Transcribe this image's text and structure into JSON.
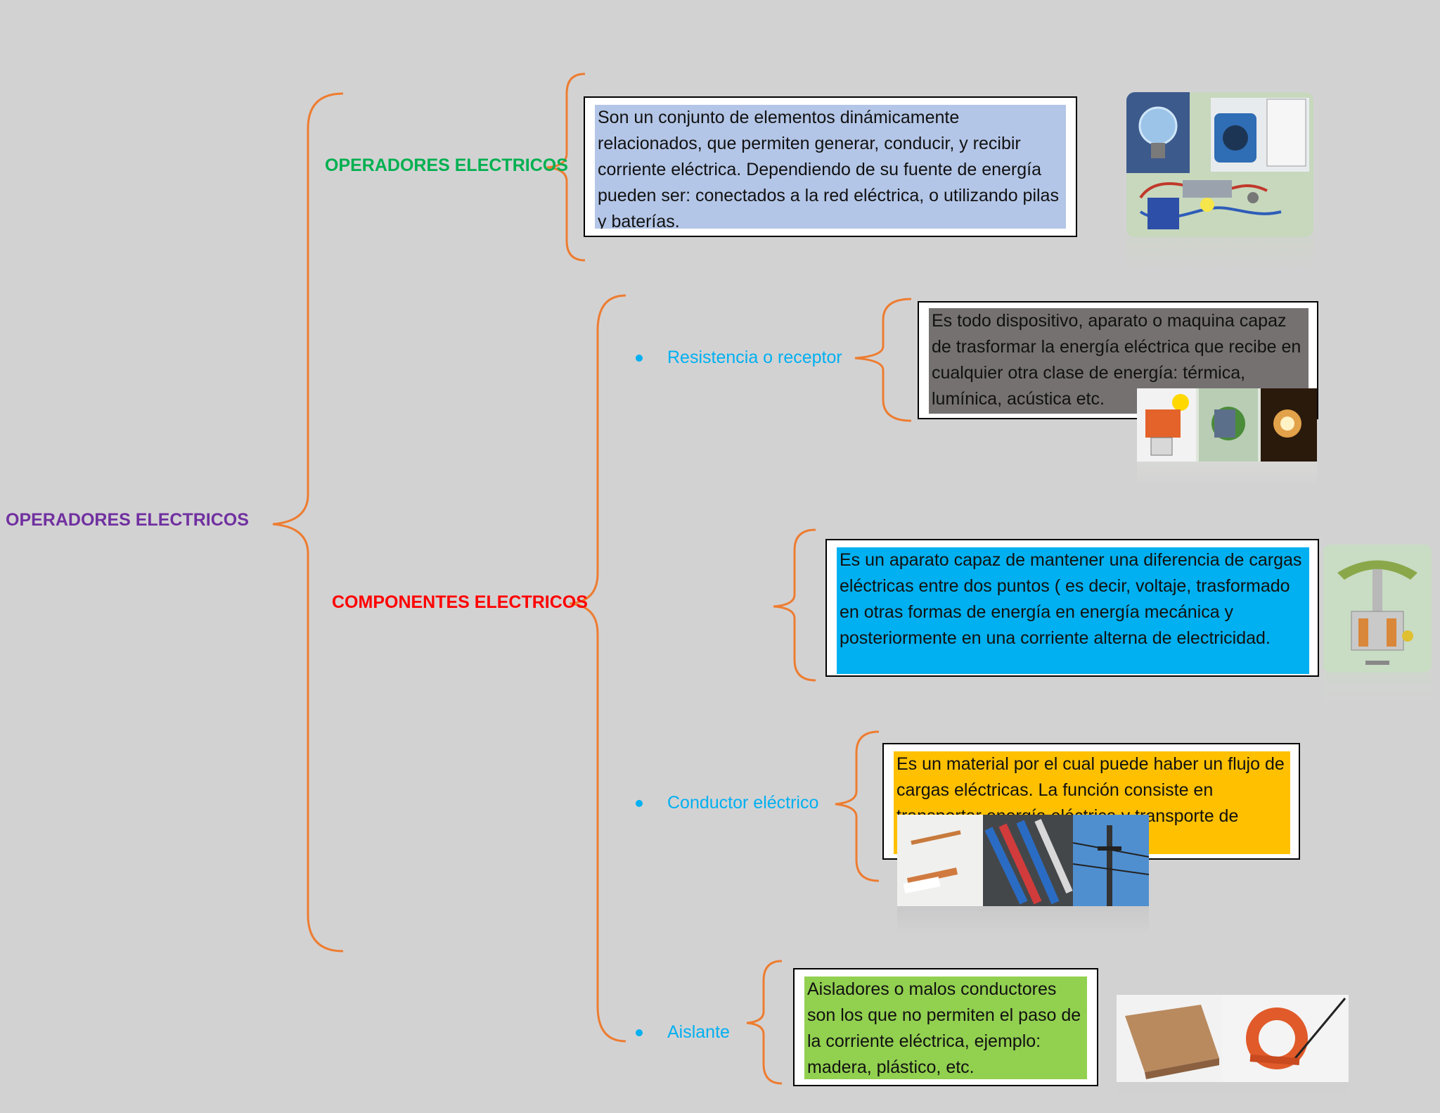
{
  "root": {
    "label": "OPERADORES ELECTRICOS"
  },
  "branches": {
    "operadores": {
      "label": "OPERADORES ELECTRICOS",
      "description": "Son un conjunto de elementos dinámicamente relacionados, que permiten generar, conducir, y recibir corriente eléctrica. Dependiendo de su fuente de energía pueden ser: conectados a la red eléctrica, o utilizando pilas y baterías.",
      "box_color": "#b4c6e7"
    },
    "componentes": {
      "label": "COMPONENTES ELECTRICOS",
      "items": [
        {
          "label": "Resistencia o receptor",
          "description": "Es todo dispositivo, aparato o maquina capaz de trasformar la energía eléctrica que recibe en cualquier otra clase de energía: térmica, lumínica, acústica etc.",
          "box_color": "#767171"
        },
        {
          "label": "",
          "description": "Es un aparato capaz de mantener una diferencia de cargas eléctricas entre dos puntos ( es decir, voltaje, trasformado en otras formas de energía en energía mecánica y posteriormente en una corriente alterna de electricidad.",
          "box_color": "#00b0f0"
        },
        {
          "label": "Conductor eléctrico",
          "description": "Es un material por el cual puede haber un flujo de cargas eléctricas. La función consiste en transportar energía eléctrica y transporte de",
          "box_color": "#ffc000"
        },
        {
          "label": "Aislante",
          "description": "Aisladores o malos conductores son los que no permiten el paso de la corriente eléctrica, ejemplo: madera, plástico, etc.",
          "box_color": "#92d050"
        }
      ]
    }
  },
  "colors": {
    "background": "#d3d2d3",
    "brace": "#ed7d31",
    "root_text": "#7030a0",
    "operadores_text": "#00b050",
    "componentes_text": "#ff0000",
    "item_text": "#00b0f0"
  },
  "images": [
    "lightbulb-circuit-image",
    "receptor-devices-image",
    "generator-image",
    "conductor-cables-image",
    "insulator-materials-image"
  ]
}
